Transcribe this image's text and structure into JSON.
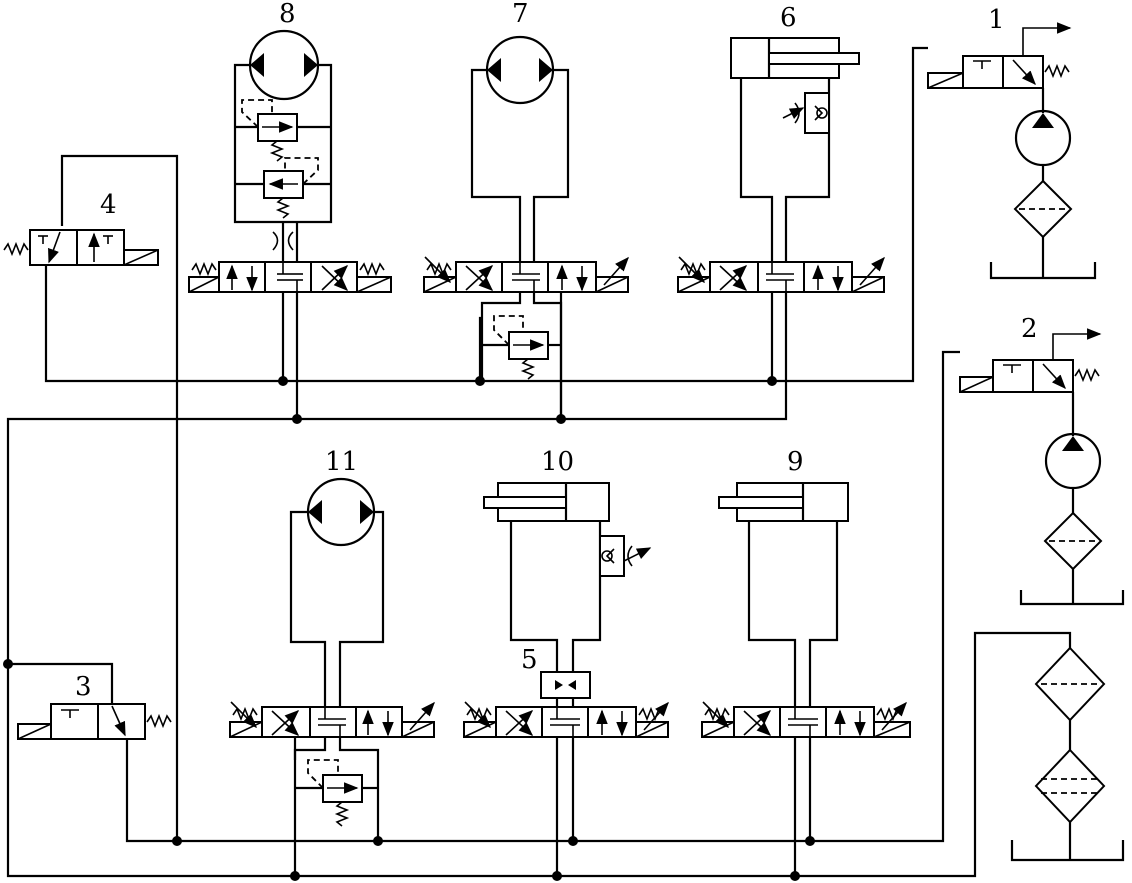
{
  "labels": {
    "n1": "1",
    "n2": "2",
    "n3": "3",
    "n4": "4",
    "n5": "5",
    "n6": "6",
    "n7": "7",
    "n8": "8",
    "n9": "9",
    "n10": "10",
    "n11": "11"
  },
  "stroke_color": "#000000",
  "background_color": "#ffffff",
  "icons": {
    "pump": "hydraulic-pump-icon",
    "motor": "hydraulic-motor-icon",
    "cylinder": "hydraulic-cylinder-icon",
    "filter": "filter-icon",
    "tank": "tank-icon",
    "valve": "directional-valve-icon",
    "relief": "relief-valve-icon",
    "throttle": "throttle-valve-icon"
  }
}
